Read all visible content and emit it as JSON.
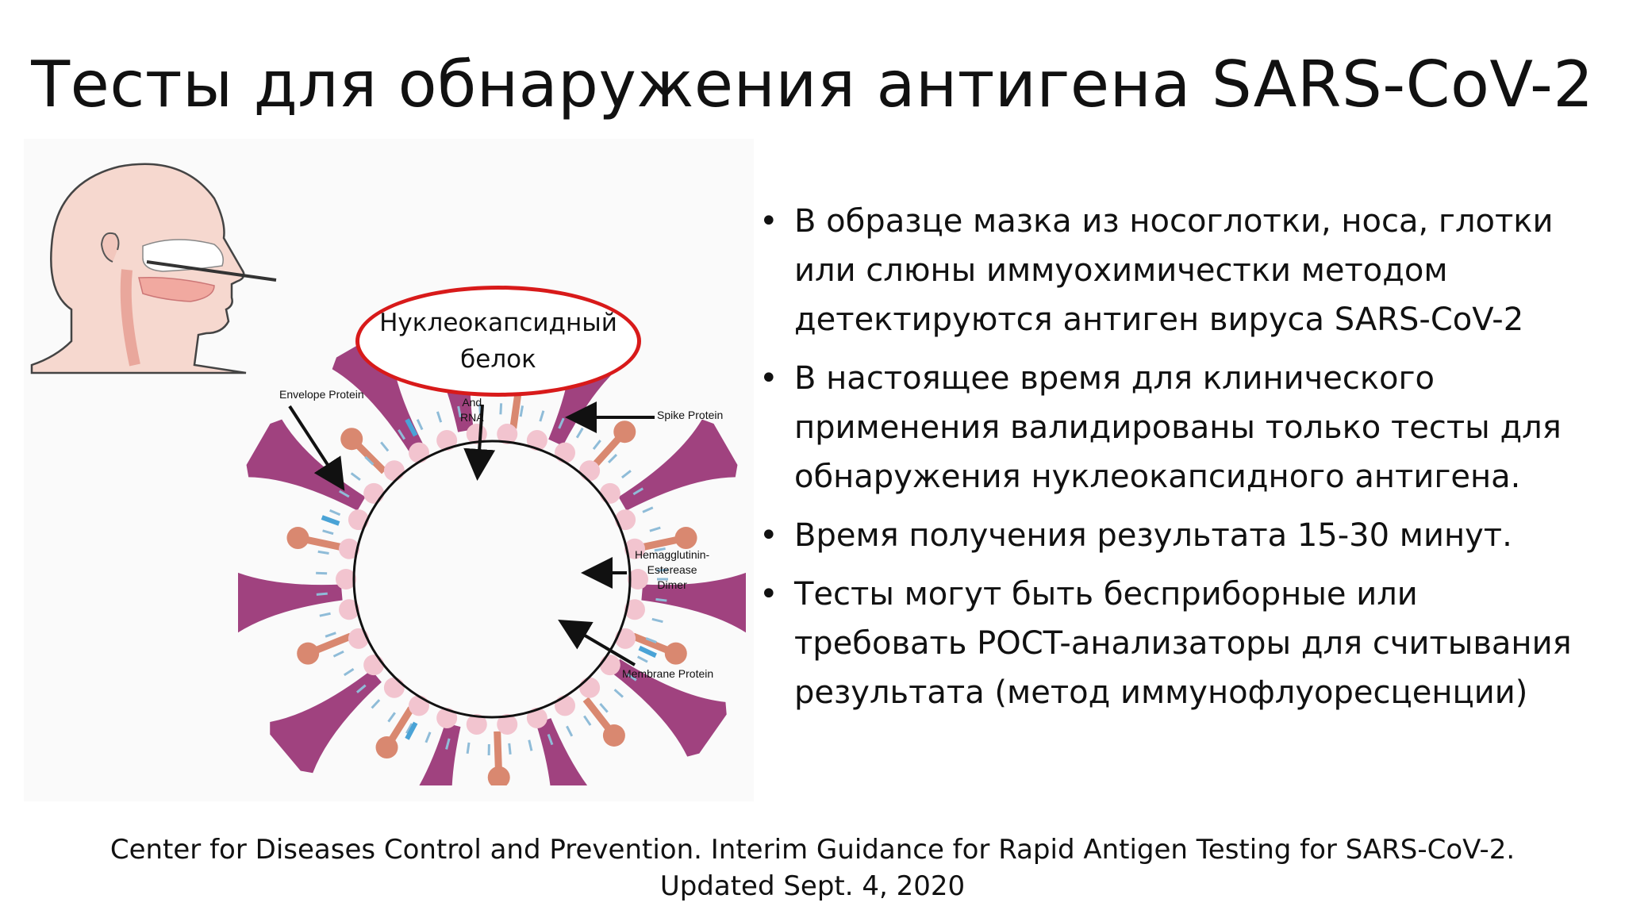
{
  "title": "Тесты для обнаружения антигена SARS-CoV-2",
  "callout": {
    "line1": "Нуклеокапсидный",
    "line2": "белок"
  },
  "virus_labels": {
    "envelope": "Envelope Protein",
    "nucleocapsid_line1": "And",
    "nucleocapsid_line2": "RNA",
    "spike": "Spike Protein",
    "he_line1": "Hemagglutinin-",
    "he_line2": "Esterease",
    "he_line3": "Dimer",
    "membrane": "Membrane Protein"
  },
  "bullets": [
    "В образце мазка из носоглотки, носа, глотки или слюны иммуохимичестки методом детектируются антиген вируса SARS-CoV-2",
    "В настоящее время для клинического применения валидированы только тесты для обнаружения нуклеокапсидного антигена.",
    "Время получения результата 15-30 минут.",
    "Тесты могут быть бесприборные или требовать POCT-анализаторы для считывания результата (метод иммунофлуоресценции)"
  ],
  "citation": {
    "line1": "Center for Diseases Control and Prevention. Interim Guidance for Rapid Antigen Testing for SARS-CoV-2.",
    "line2": "Updated Sept. 4, 2020"
  },
  "colors": {
    "spike": "#a0427f",
    "he": "#d98870",
    "envelope": "#4aa3d6",
    "membrane": "#8fbcd8",
    "nucleocapsid": "#f2c4cf",
    "callout_border": "#d81a1a",
    "skin": "#f6d8cf"
  },
  "icons": [
    "head-profile-icon",
    "coronavirus-icon"
  ]
}
